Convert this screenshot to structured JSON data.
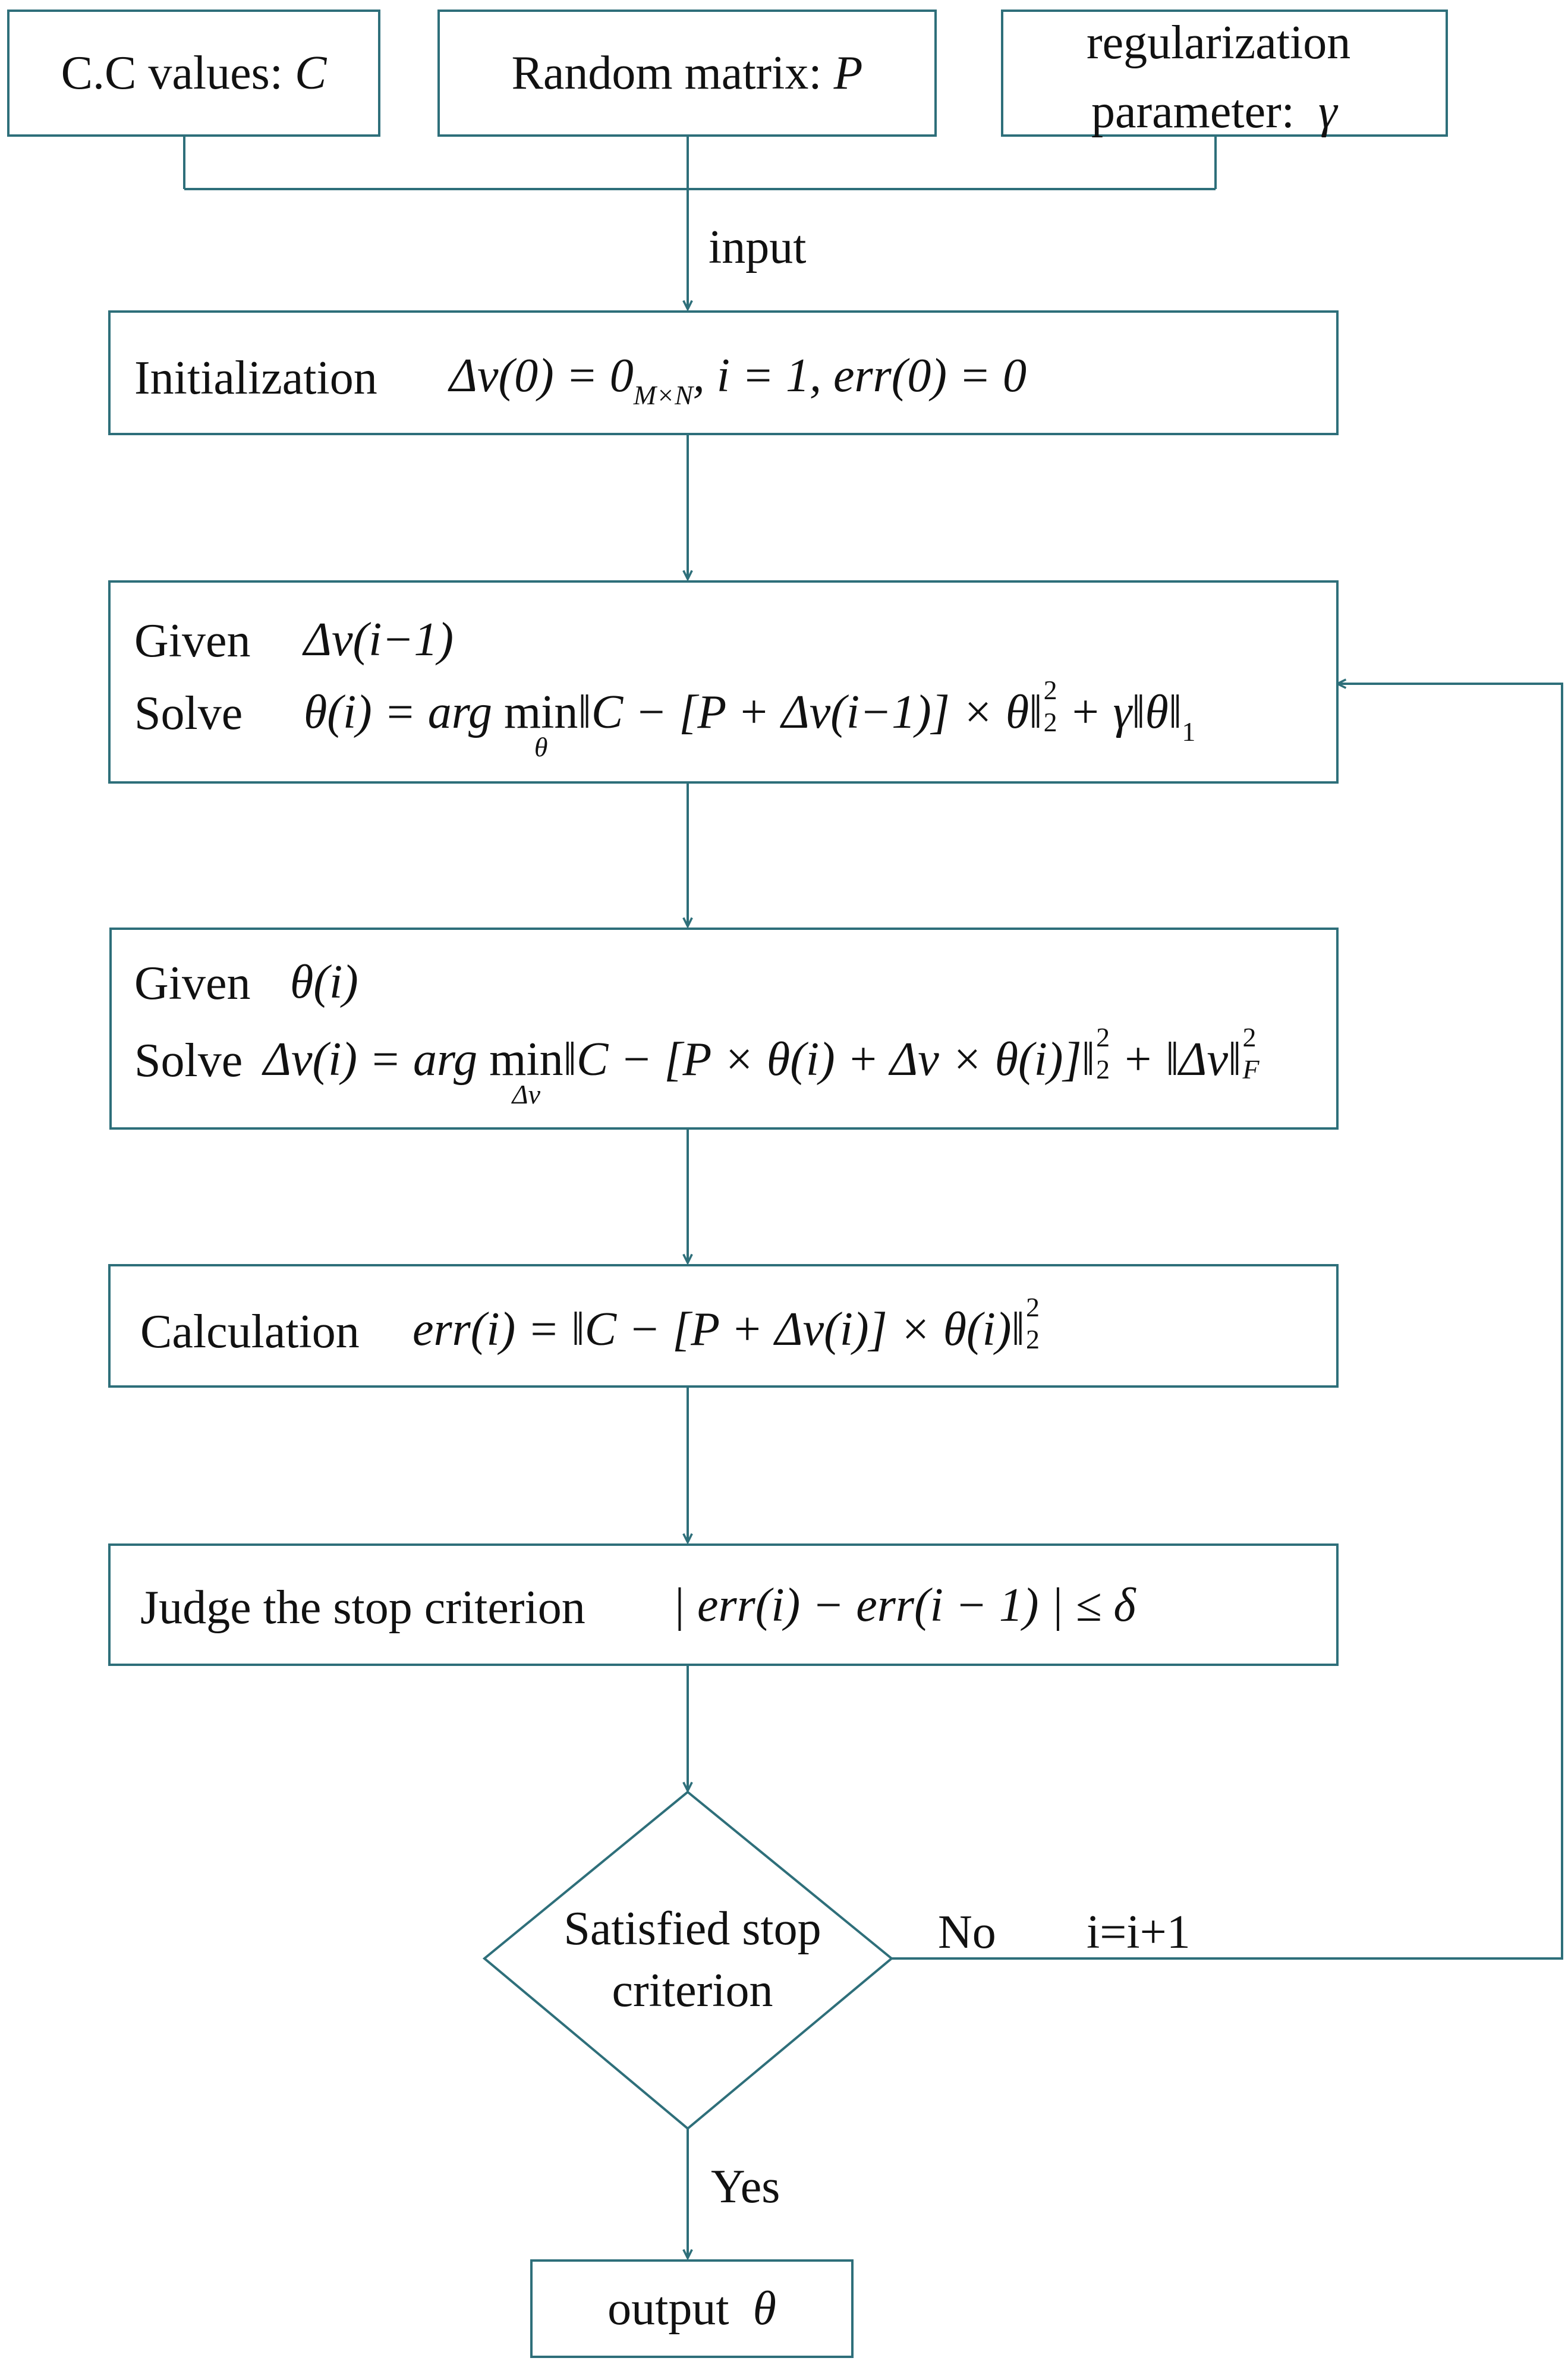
{
  "inputs": {
    "cc": {
      "label": "C.C values:",
      "symbol": "C"
    },
    "random": {
      "label": "Random matrix:",
      "symbol": "P"
    },
    "reg": {
      "line1": "regularization",
      "line2": "parameter:",
      "symbol": "γ"
    }
  },
  "input_label": "input",
  "init": {
    "label": "Initialization",
    "eq_a": "Δν(0) = 0",
    "eq_sub": "M×N",
    "eq_b": ", i = 1, err(0) = 0"
  },
  "step1": {
    "given_label": "Given",
    "given_eq": "Δν(i−1)",
    "solve_label": "Solve",
    "lhs": "θ(i) = arg",
    "min": "min",
    "min_under": "θ",
    "body": "‖C − [P + Δν(i−1)] × θ‖",
    "sup1": "2",
    "sub1": "2",
    "tail": "+ γ‖θ‖",
    "sub2": "1"
  },
  "step2": {
    "given_label": "Given",
    "given_eq": "θ(i)",
    "solve_label": "Solve",
    "lhs": "Δν(i) = arg",
    "min": "min",
    "min_under": "Δν",
    "body": "‖C − [P × θ(i) + Δν × θ(i)]‖",
    "sup1": "2",
    "sub1": "2",
    "tail": "+ ‖Δν‖",
    "sup2": "2",
    "sub2": "F"
  },
  "calc": {
    "label": "Calculation",
    "eq": "err(i) = ‖C − [P + Δν(i)] × θ(i)‖",
    "sup": "2",
    "sub": "2"
  },
  "judge": {
    "label": "Judge the stop criterion",
    "eq": "| err(i) − err(i − 1) | ≤ δ"
  },
  "decision": {
    "line1": "Satisfied stop",
    "line2": "criterion"
  },
  "no_label": "No",
  "incr_label": "i=i+1",
  "yes_label": "Yes",
  "output": {
    "label": "output",
    "symbol": "θ"
  },
  "colors": {
    "line": "#2e6f7a",
    "text": "#111111"
  }
}
